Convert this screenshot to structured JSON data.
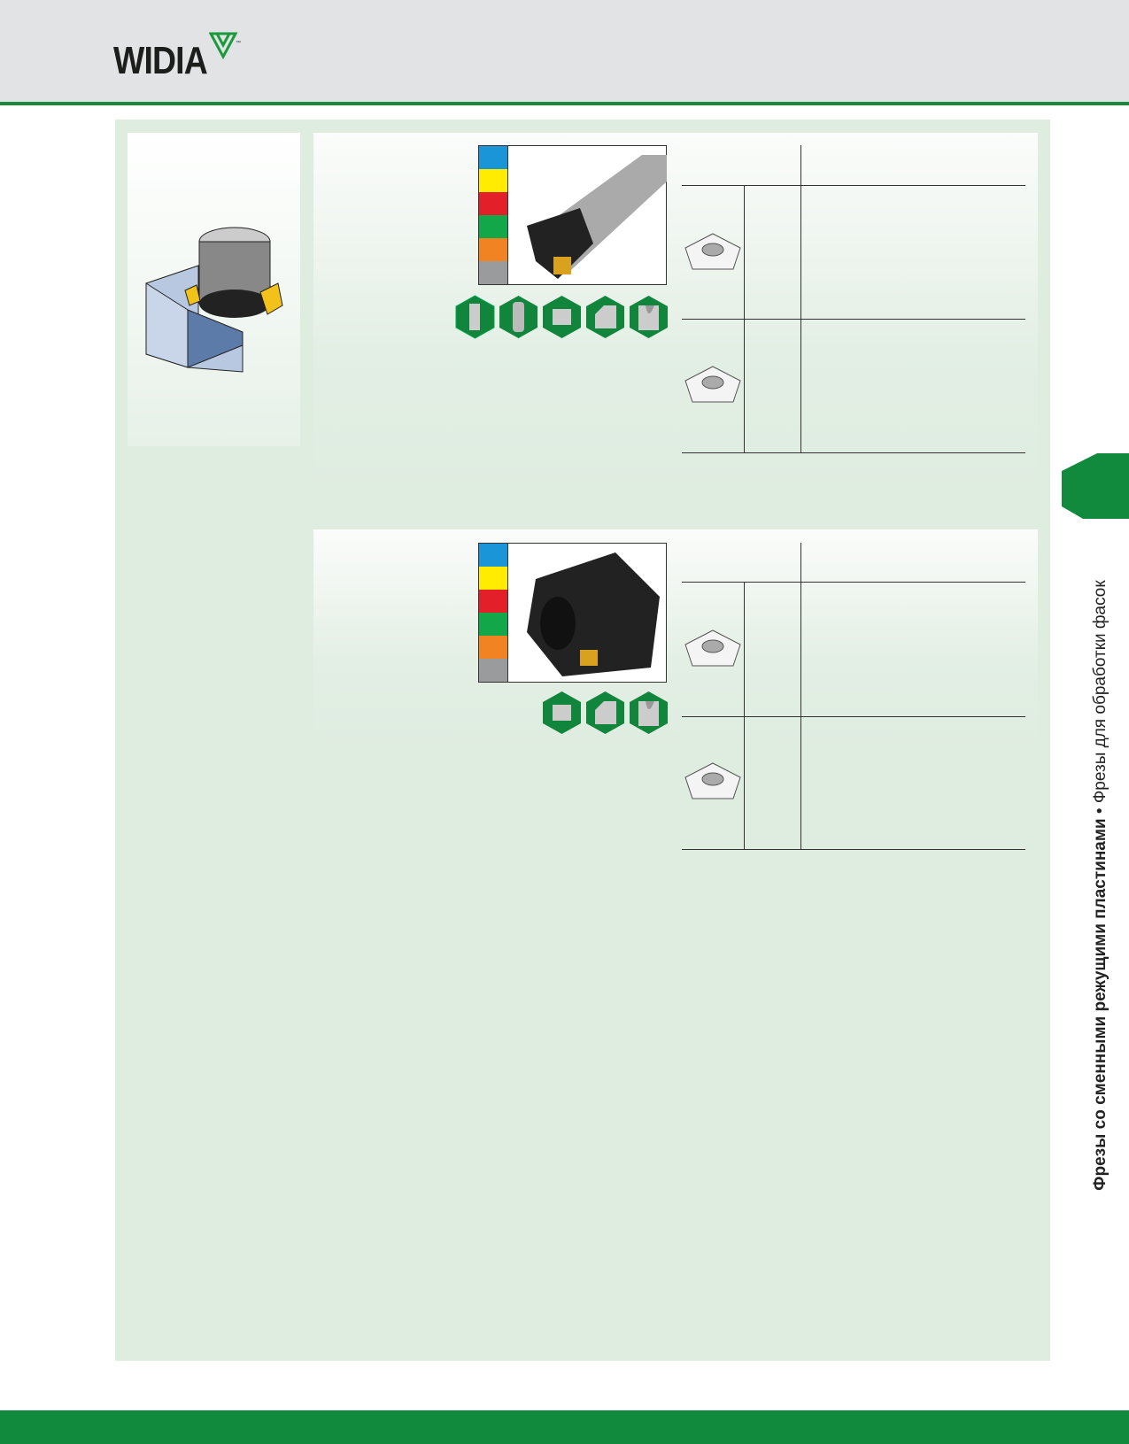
{
  "brand": {
    "name": "WIDIA",
    "tm": "™"
  },
  "side_title": {
    "bold": "Фрезы со сменными режущими пластинами",
    "bullet": "•",
    "regular": "Фрезы для обработки фасок"
  },
  "colors": {
    "material_bar": [
      "#1a95d8",
      "#ffec00",
      "#e3202a",
      "#12a84a",
      "#f28322",
      "#9a9b9d"
    ],
    "accent": "#118a3e"
  },
  "sections": [
    {
      "hex_icons": [
        "shank-endmill-icon",
        "cylindrical-shank-icon",
        "shell-mill-icon",
        "chamfer-icon",
        "groove-icon"
      ]
    },
    {
      "hex_icons": [
        "shell-mill-icon",
        "chamfer-icon",
        "groove-icon"
      ]
    }
  ]
}
